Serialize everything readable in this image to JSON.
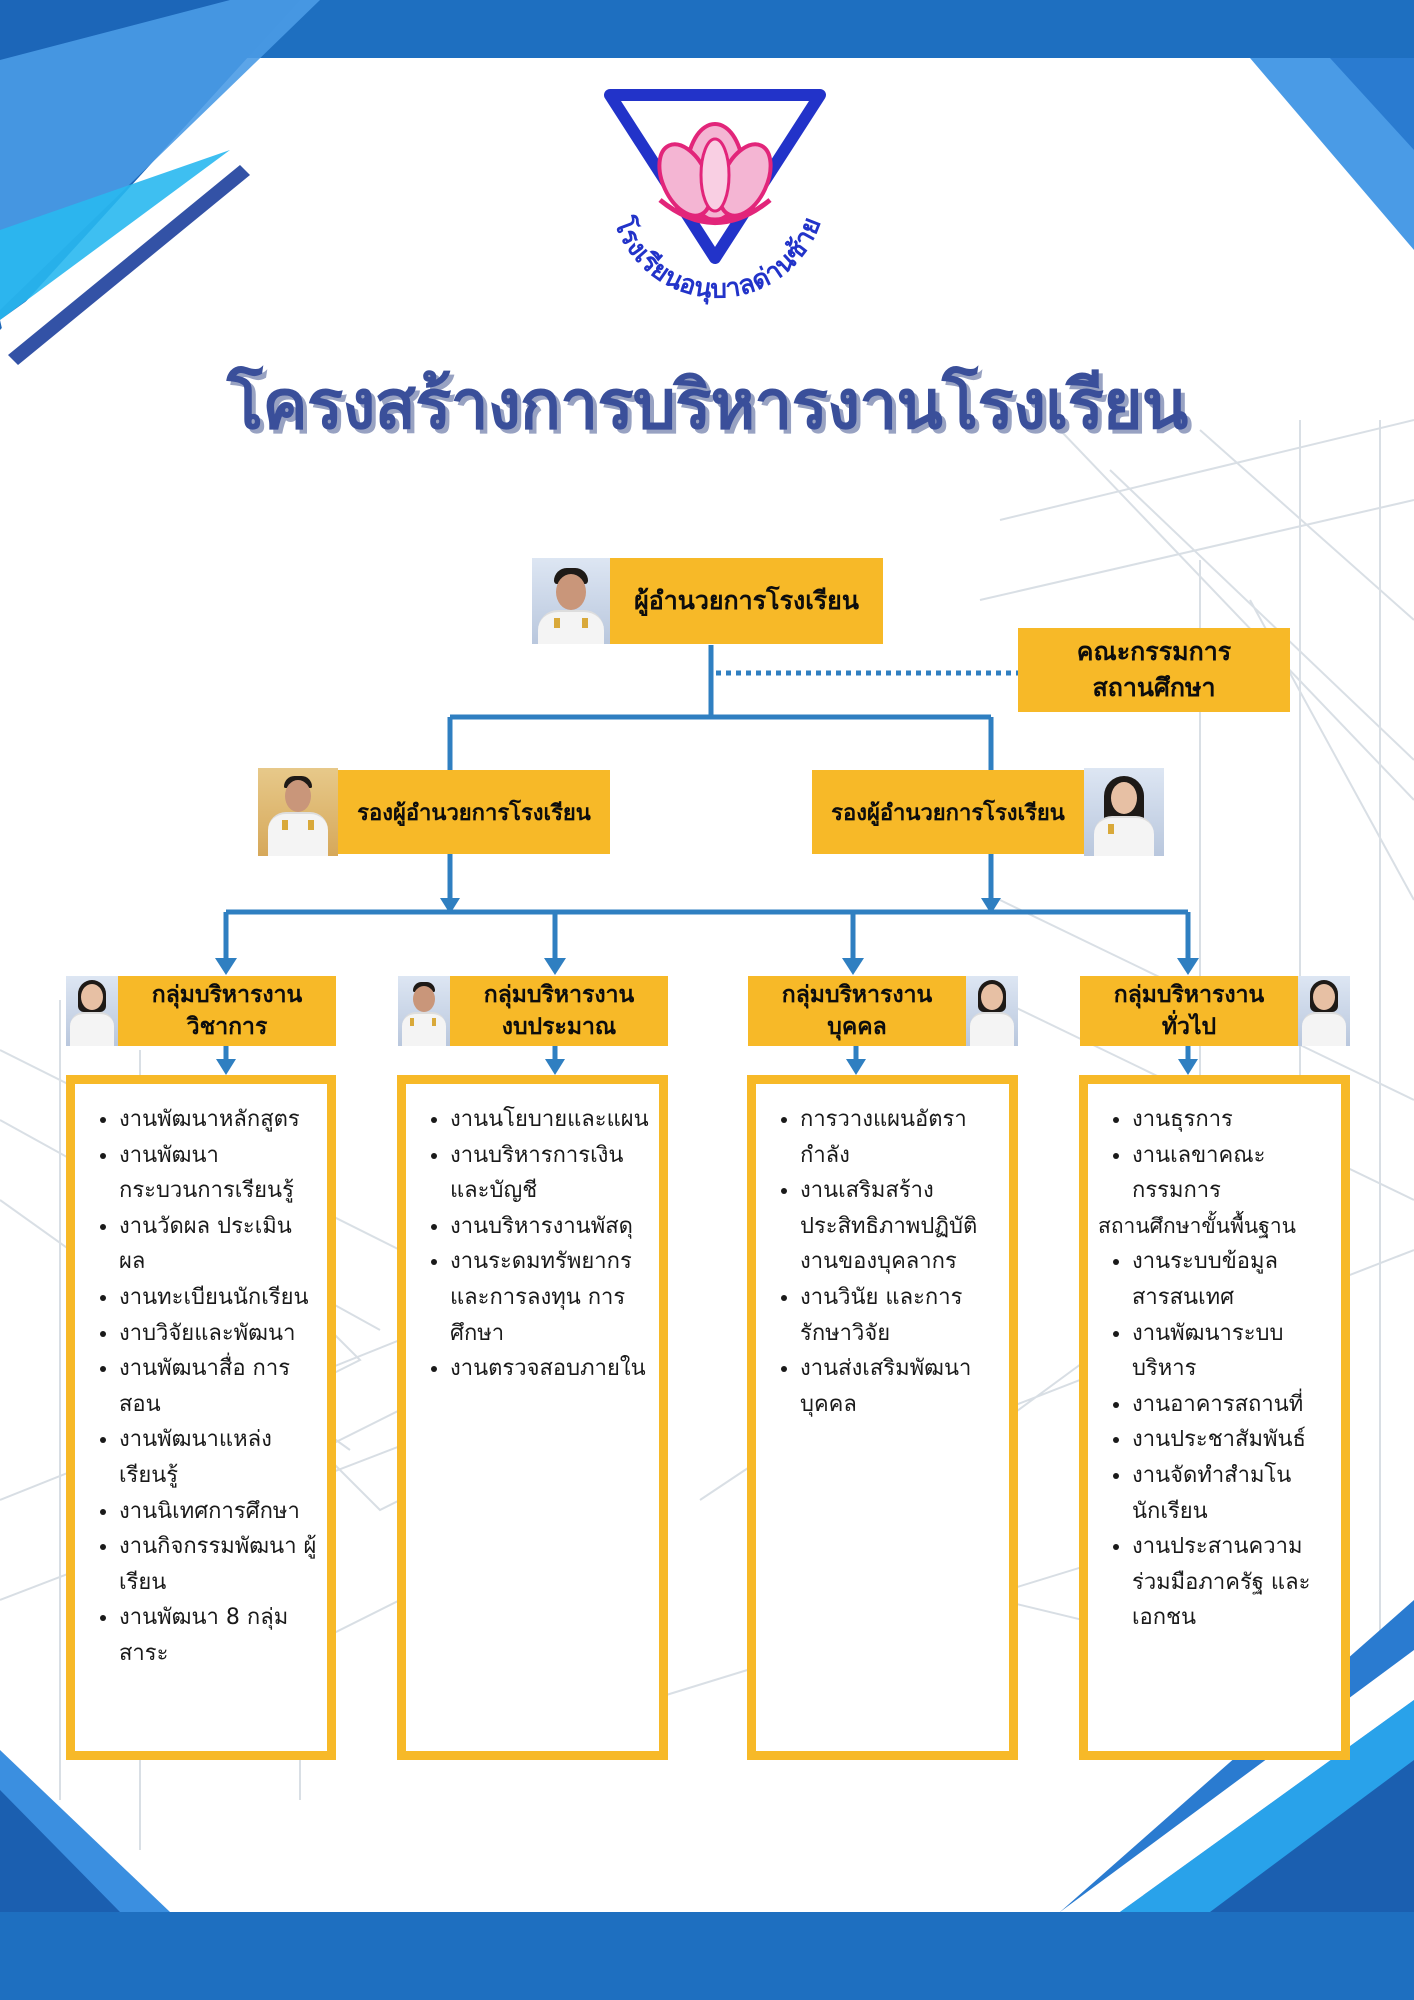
{
  "school_name_logo": "โรงเรียนอนุบาลด่านซ้าย",
  "title": "โครงสร้างการบริหารงานโรงเรียน",
  "director": {
    "label": "ผู้อำนวยการโรงเรียน"
  },
  "committee": {
    "line1": "คณะกรรมการ",
    "line2": "สถานศึกษา"
  },
  "deputy_left": {
    "label": "รองผู้อำนวยการโรงเรียน"
  },
  "deputy_right": {
    "label": "รองผู้อำนวยการโรงเรียน"
  },
  "groups": [
    {
      "line1": "กลุ่มบริหารงาน",
      "line2": "วิชาการ",
      "items": [
        "งานพัฒนาหลักสูตร",
        "งานพัฒนา กระบวนการเรียนรู้",
        "งานวัดผล ประเมินผล",
        "งานทะเบียนนักเรียน",
        "งาบวิจัยและพัฒนา",
        "งานพัฒนาสื่อ การสอน",
        "งานพัฒนาแหล่ง เรียนรู้",
        "งานนิเทศการศึกษา",
        "งานกิจกรรมพัฒนา ผู้เรียน",
        "งานพัฒนา 8 กลุ่ม สาระ"
      ]
    },
    {
      "line1": "กลุ่มบริหารงาน",
      "line2": "งบประมาณ",
      "items": [
        "งานนโยบายและแผน",
        "งานบริหารการเงิน และบัญชี",
        "งานบริหารงานพัสดุ",
        "งานระดมทรัพยากร และการลงทุน การศึกษา",
        "งานตรวจสอบภายใน"
      ]
    },
    {
      "line1": "กลุ่มบริหารงาน",
      "line2": "บุคคล",
      "items": [
        "การวางแผนอัตรา กำลัง",
        "งานเสริมสร้าง ประสิทธิภาพปฏิบัติ งานของบุคลากร",
        "งานวินัย และการ รักษาวิจัย",
        "งานส่งเสริมพัฒนา บุคคล"
      ]
    },
    {
      "line1": "กลุ่มบริหารงาน",
      "line2": "ทั่วไป",
      "items_a": [
        "งานธุรการ",
        "งานเลขาคณะ กรรมการ"
      ],
      "note": "สถานศึกษาขั้นพื้นฐาน",
      "items_b": [
        "งานระบบข้อมูล สารสนเทศ",
        "งานพัฒนาระบบ บริหาร",
        "งานอาคารสถานที่",
        "งานประชาสัมพันธ์",
        "งานจัดทำสำมโน นักเรียน",
        "งานประสานความ ร่วมมือภาครัฐ และ เอกชน"
      ]
    }
  ],
  "colors": {
    "accent_yellow": "#f7b928",
    "connector_blue": "#2f7fc1",
    "title_blue": "#3a4f9a",
    "frame_blue": "#1e6fc0"
  }
}
